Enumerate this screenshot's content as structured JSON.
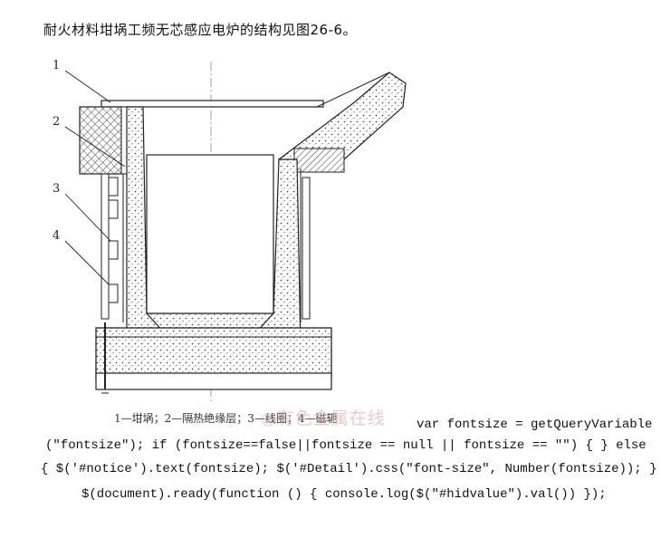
{
  "intro": "耐火材料坩埚工频无芯感应电炉的结构见图26-6。",
  "figure": {
    "labels": [
      "1",
      "2",
      "3",
      "4"
    ],
    "caption": "1—坩埚；2—隔热绝缘层；3—线圈；4—磁轭",
    "watermark": "◎有色金属在线"
  },
  "code_lines": [
    "var fontsize = getQueryVariable",
    "(\"fontsize\"); if (fontsize==false||fontsize == null || fontsize == \"\") { } else",
    "{ $('#notice').text(fontsize); $('#Detail').css(\"font-size\", Number(fontsize)); }",
    "$(document).ready(function () { console.log($(\"#hidvalue\").val()) });"
  ]
}
